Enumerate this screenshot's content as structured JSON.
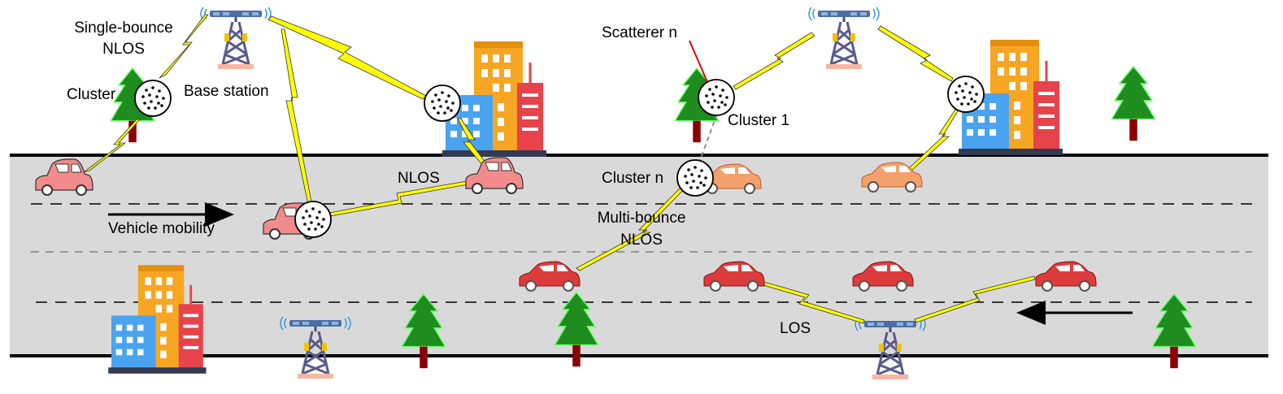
{
  "labels": {
    "single_bounce_1": "Single-bounce",
    "single_bounce_2": "NLOS",
    "cluster": "Cluster",
    "base_station": "Base station",
    "scatterer_n": "Scatterer n",
    "cluster_1": "Cluster 1",
    "cluster_n": "Cluster n",
    "nlos": "NLOS",
    "vehicle_mobility": "Vehicle mobility",
    "multi_bounce_1": "Multi-bounce",
    "multi_bounce_2": "NLOS",
    "los": "LOS"
  },
  "colors": {
    "road": "#d9d9d9",
    "road_edge": "#000000",
    "lightning": "#ffff00",
    "tree": "#1a7a1a",
    "trunk": "#8b0000",
    "car_pink": "#f28b8b",
    "car_orange": "#f4a06a",
    "car_red": "#dc3c3c",
    "tower": "#5a5a8c",
    "scatterer_line": "#e00000"
  },
  "icons": [
    "tower-icon",
    "building-icon",
    "tree-icon",
    "car-icon",
    "cluster-icon",
    "lightning-link",
    "arrow-icon"
  ]
}
